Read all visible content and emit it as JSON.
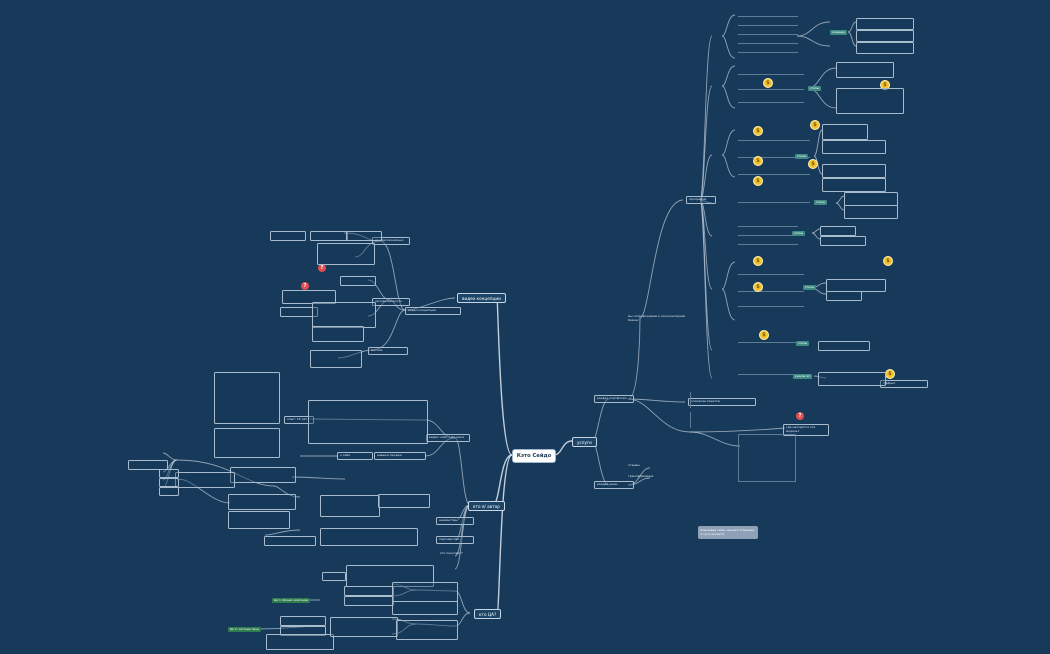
{
  "root": {
    "label": "Кэто Сейдо"
  },
  "branches": {
    "services": "услуги",
    "concept": "видео концепции",
    "who": "кто я/ автор",
    "why": "кто ЦА?"
  },
  "sub_right": {
    "portfolio": "раздел портфолио",
    "prices": "раздел цены",
    "program": "программа",
    "reviews": "отзывы",
    "transformation": "трансформация",
    "what_we_do": "мы сопровождаем и консультируем бизнес",
    "packages": "описание пакетов"
  },
  "sub_left": {
    "concept_pro": "профессионально",
    "concept_personal": "личная ценность",
    "cases": "видео: кейс о бизнесе",
    "experience": "опыт: 15 лет",
    "about": "о себе",
    "mission": "миссия",
    "sales_skills": "навыки продаж",
    "shaman": "шаманство",
    "partners": "партнерство",
    "who_buys": "кто покупает?",
    "ca_b2b": "ЦА 1: бизнес-компании",
    "ca_private": "ЦА 2: частные лица"
  },
  "highlights": {
    "q_label": "где находится эта модель?",
    "team": "команда",
    "stage": "этапы",
    "result": "результат",
    "effect": "Эффект"
  },
  "info_note": "Ключевая тема: ценности бренда и суть проекта"
}
